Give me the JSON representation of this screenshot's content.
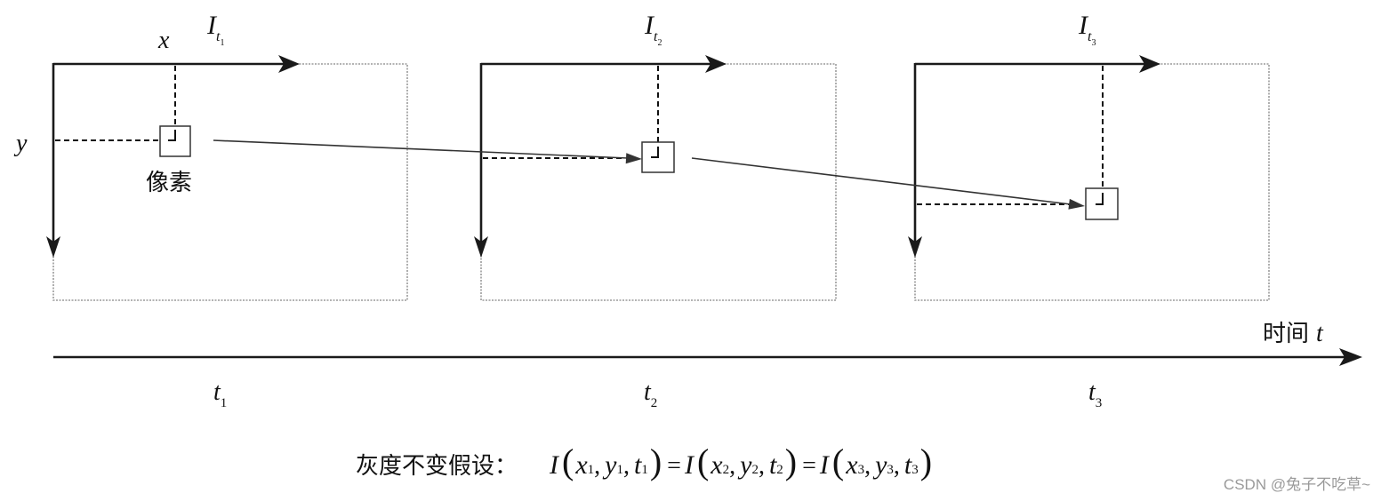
{
  "axes": {
    "x_label": "x",
    "y_label": "y"
  },
  "frames": [
    {
      "label": {
        "base": "I",
        "sub": "t",
        "subsub": "1"
      },
      "time": {
        "base": "t",
        "sub": "1"
      }
    },
    {
      "label": {
        "base": "I",
        "sub": "t",
        "subsub": "2"
      },
      "time": {
        "base": "t",
        "sub": "2"
      }
    },
    {
      "label": {
        "base": "I",
        "sub": "t",
        "subsub": "3"
      },
      "time": {
        "base": "t",
        "sub": "3"
      }
    }
  ],
  "pixel_label": "像素",
  "time_axis": {
    "label": "时间",
    "symbol": "t"
  },
  "formula": {
    "prefix": "灰度不变假设：",
    "separator": ",",
    "equals": "=",
    "terms": [
      {
        "fn": "I",
        "open": "(",
        "close": ")",
        "args": [
          {
            "base": "x",
            "sub": "1"
          },
          {
            "base": "y",
            "sub": "1"
          },
          {
            "base": "t",
            "sub": "1"
          }
        ]
      },
      {
        "fn": "I",
        "open": "(",
        "close": ")",
        "args": [
          {
            "base": "x",
            "sub": "2"
          },
          {
            "base": "y",
            "sub": "2"
          },
          {
            "base": "t",
            "sub": "2"
          }
        ]
      },
      {
        "fn": "I",
        "open": "(",
        "close": ")",
        "args": [
          {
            "base": "x",
            "sub": "3"
          },
          {
            "base": "y",
            "sub": "3"
          },
          {
            "base": "t",
            "sub": "3"
          }
        ]
      }
    ]
  },
  "watermark": "CSDN @兔子不吃草~",
  "colors": {
    "line": "#1a1a1a",
    "frame": "#9a9a9a",
    "pixel": "#333333",
    "motion": "#333333",
    "mark": "#111111",
    "watermark": "#9a9a9a",
    "background": "#ffffff"
  }
}
